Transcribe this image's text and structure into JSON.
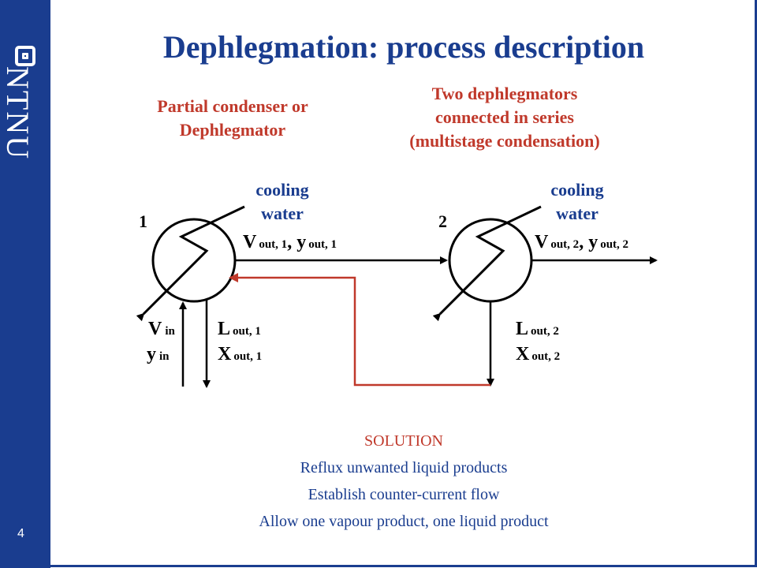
{
  "slide": {
    "title": "Dephlegmation: process description",
    "page_number": "4",
    "logo_text": "NTNU"
  },
  "left_heading": {
    "line1": "Partial condenser or",
    "line2": "Dephlegmator"
  },
  "right_heading": {
    "line1": "Two dephlegmators",
    "line2": "connected in series",
    "line3": "(multistage condensation)"
  },
  "unit1": {
    "number": "1",
    "cooling": "cooling",
    "water": "water",
    "vout": "V",
    "vout_sub": "out, 1",
    "yout": "y",
    "yout_sub": "out, 1",
    "vin": "V",
    "vin_sub": "in",
    "yin": "y",
    "yin_sub": "in",
    "lout": "L",
    "lout_sub": "out, 1",
    "xout": "X",
    "xout_sub": "out, 1"
  },
  "unit2": {
    "number": "2",
    "cooling": "cooling",
    "water": "water",
    "vout": "V",
    "vout_sub": "out, 2",
    "yout": "y",
    "yout_sub": "out, 2",
    "lout": "L",
    "lout_sub": "out, 2",
    "xout": "X",
    "xout_sub": "out, 2"
  },
  "solution": {
    "title": "SOLUTION",
    "lines": [
      "Reflux unwanted liquid products",
      "Establish counter-current flow",
      "Allow one vapour product, one liquid product"
    ]
  },
  "colors": {
    "accent_blue": "#1a3d8f",
    "accent_red": "#c0392b"
  }
}
